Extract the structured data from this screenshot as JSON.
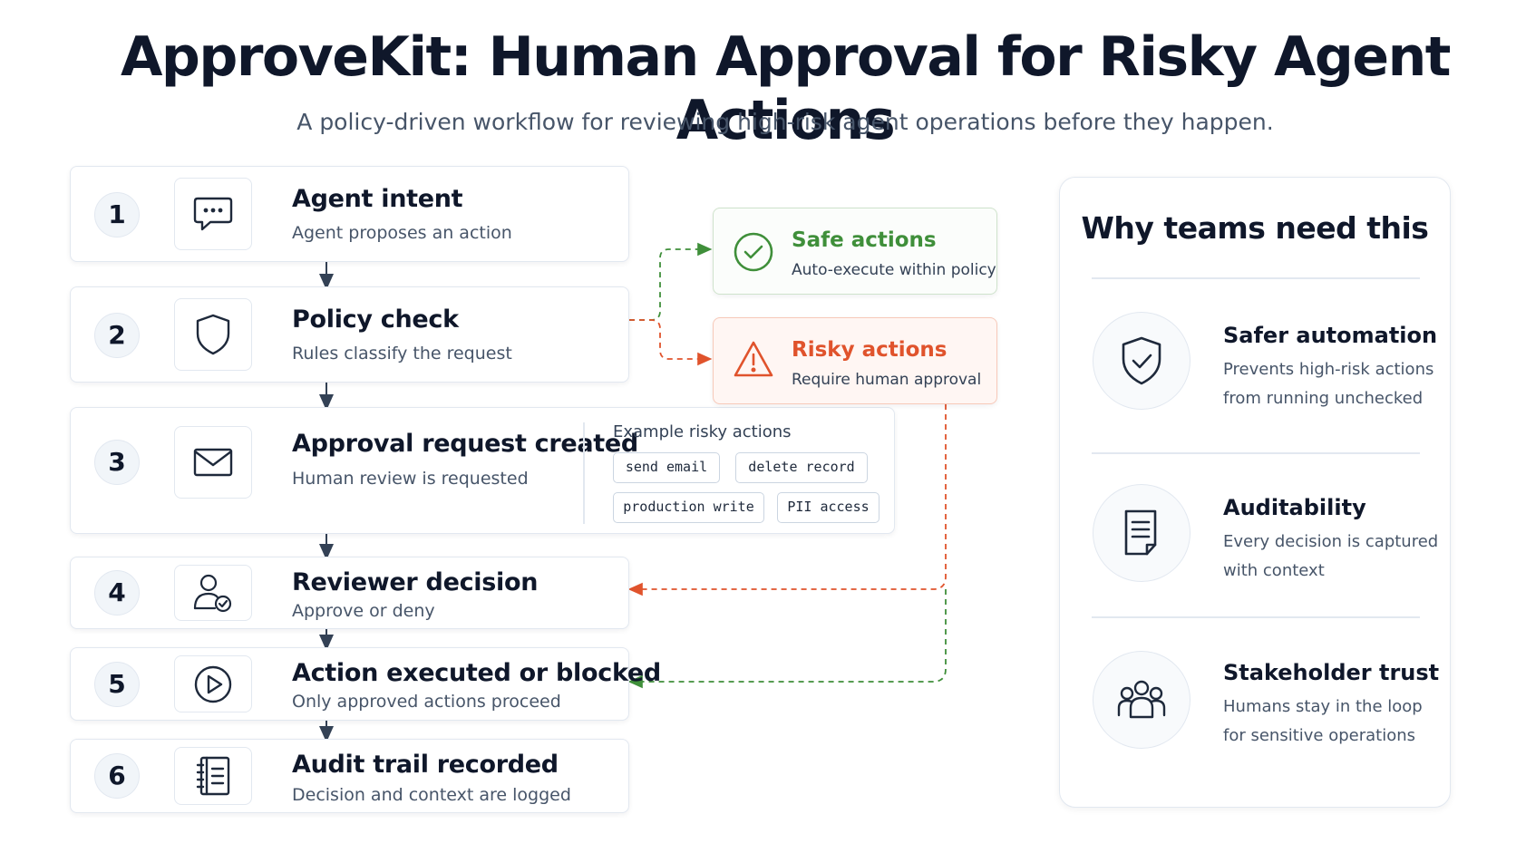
{
  "header": {
    "title": "ApproveKit: Human Approval for Risky Agent Actions",
    "subtitle": "A policy-driven workflow for reviewing high-risk agent operations before they happen."
  },
  "steps": [
    {
      "number": "1",
      "title": "Agent intent",
      "description": "Agent proposes an action",
      "icon": "chat-bubble-icon"
    },
    {
      "number": "2",
      "title": "Policy check",
      "description": "Rules classify the request",
      "icon": "shield-icon"
    },
    {
      "number": "3",
      "title": "Approval request created",
      "description": "Human review is requested",
      "icon": "envelope-icon"
    },
    {
      "number": "4",
      "title": "Reviewer decision",
      "description": "Approve or deny",
      "icon": "user-check-icon"
    },
    {
      "number": "5",
      "title": "Action executed or blocked",
      "description": "Only approved actions proceed",
      "icon": "play-circle-icon"
    },
    {
      "number": "6",
      "title": "Audit trail recorded",
      "description": "Decision and context are logged",
      "icon": "notebook-icon"
    }
  ],
  "examples": {
    "heading": "Example risky actions",
    "tags": [
      "send email",
      "delete record",
      "production write",
      "PII access"
    ]
  },
  "outcomes": {
    "safe": {
      "title": "Safe actions",
      "description": "Auto-execute within policy",
      "icon": "check-circle-icon"
    },
    "risky": {
      "title": "Risky actions",
      "description": "Require human approval",
      "icon": "warning-triangle-icon"
    }
  },
  "sidebar": {
    "title": "Why teams need this",
    "benefits": [
      {
        "title": "Safer automation",
        "description": "Prevents high-risk actions from running unchecked",
        "icon": "shield-check-icon"
      },
      {
        "title": "Auditability",
        "description": "Every decision is captured with context",
        "icon": "document-icon"
      },
      {
        "title": "Stakeholder trust",
        "description": "Humans stay in the loop for sensitive operations",
        "icon": "people-group-icon"
      }
    ]
  },
  "colors": {
    "text": "#0f172a",
    "muted": "#475569",
    "border": "#e2e8f0",
    "safe": "#3f8f3a",
    "risky": "#e0532c",
    "risky_bg": "#fff6f3",
    "safe_bg": "#fbfdfb"
  }
}
